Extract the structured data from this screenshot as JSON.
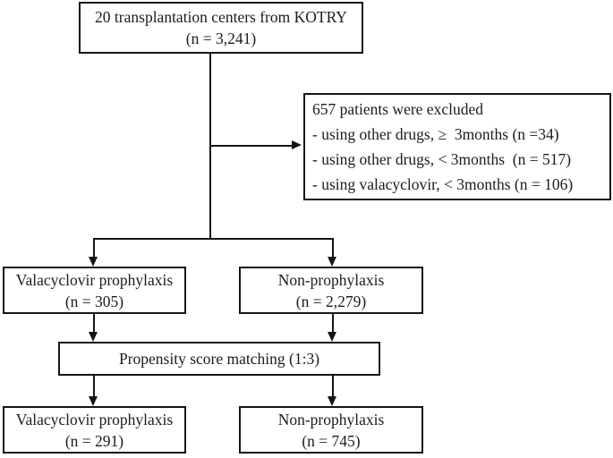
{
  "colors": {
    "ink": "#151515",
    "text": "#1c1c1c",
    "background": "#ffffff"
  },
  "diagram": {
    "type": "flowchart",
    "description": "Patient selection flow diagram",
    "boxes": {
      "source": {
        "lines": [
          "20 transplantation centers from KOTRY",
          "(n = 3,241)"
        ]
      },
      "excluded": {
        "lines": [
          "657 patients were excluded",
          "- using other drugs, ≥  3months (n =34)",
          "- using other drugs, < 3months  (n = 517)",
          "- using valacyclovir, < 3months (n = 106)"
        ]
      },
      "valacyclovir_group": {
        "lines": [
          "Valacyclovir prophylaxis",
          "(n = 305)"
        ]
      },
      "non_prophylaxis_group": {
        "lines": [
          "Non-prophylaxis",
          "(n = 2,279)"
        ]
      },
      "matching": {
        "lines": [
          "Propensity score matching (1:3)"
        ]
      },
      "valacyclovir_matched": {
        "lines": [
          "Valacyclovir prophylaxis",
          "(n = 291)"
        ]
      },
      "non_prophylaxis_matched": {
        "lines": [
          "Non-prophylaxis",
          "(n = 745)"
        ]
      }
    }
  }
}
